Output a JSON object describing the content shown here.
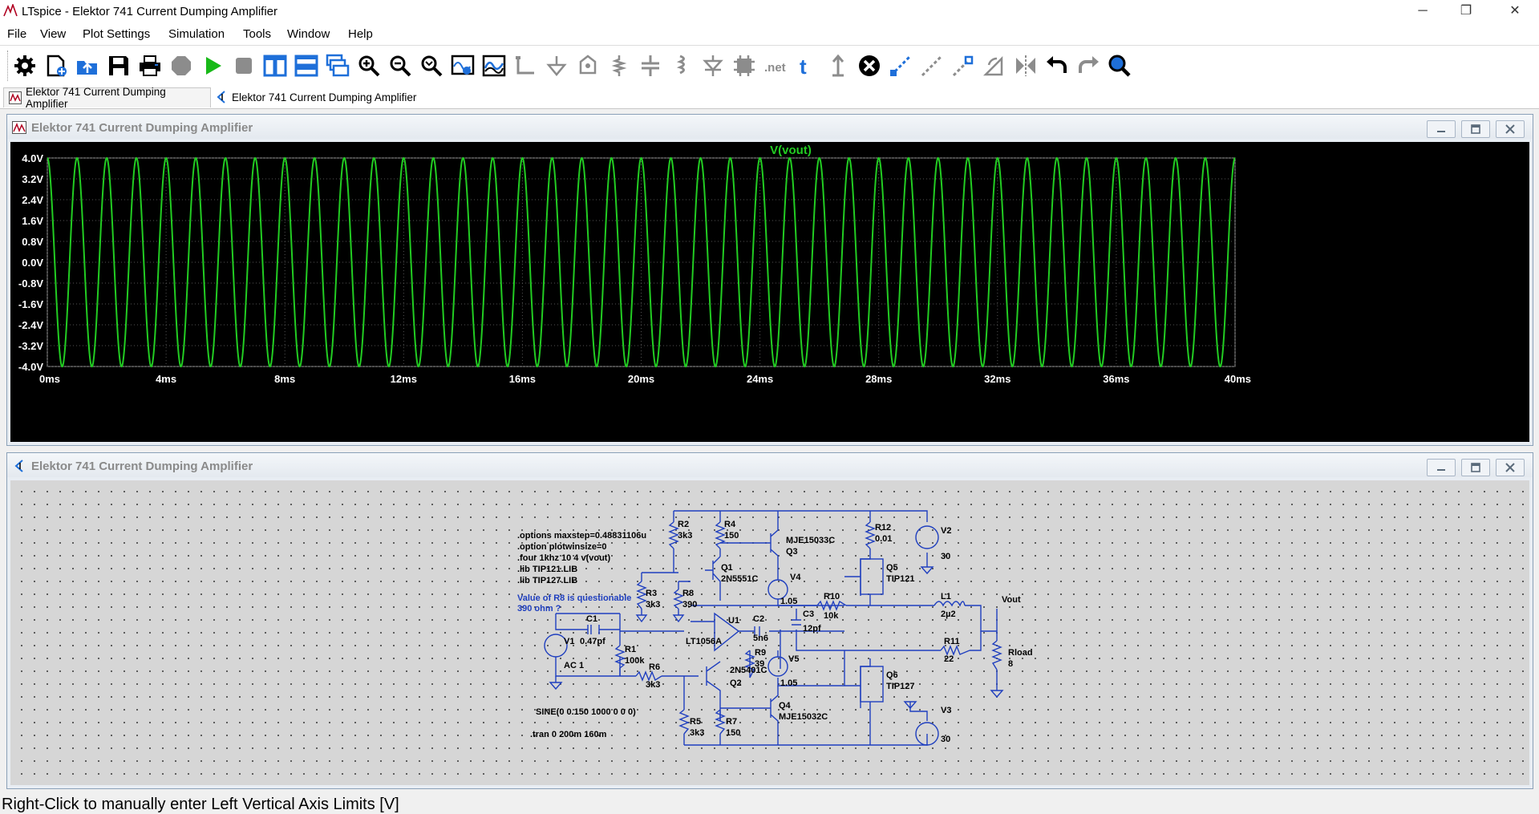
{
  "window": {
    "title": "LTspice - Elektor 741 Current Dumping Amplifier",
    "minimize_glyph": "─",
    "restore_glyph": "❐",
    "close_glyph": "✕"
  },
  "menu": [
    "File",
    "View",
    "Plot Settings",
    "Simulation",
    "Tools",
    "Window",
    "Help"
  ],
  "toolbar": {
    "icons": [
      "gear-icon",
      "new-schematic-icon",
      "open-icon",
      "save-icon",
      "print-icon",
      "halt-icon",
      "run-icon",
      "stop-icon",
      "tile-vertical-icon",
      "tile-horizontal-icon",
      "cascade-icon",
      "zoom-in-icon",
      "zoom-out-icon",
      "zoom-fit-icon",
      "autorange-icon",
      "pick-traces-icon",
      "wire-icon",
      "ground-icon",
      "label-net-icon",
      "resistor-icon",
      "capacitor-icon",
      "inductor-icon",
      "diode-icon",
      "component-icon",
      "spice-directive-icon",
      "text-icon",
      "move-icon",
      "delete-icon",
      "duplicate-icon",
      "drag-icon",
      "mirror-icon",
      "rotate-icon",
      "flip-icon",
      "undo-icon",
      "redo-icon",
      "find-icon"
    ]
  },
  "tabs": [
    {
      "label": "Elektor 741 Current Dumping Amplifier",
      "kind": "waveform",
      "active": true
    },
    {
      "label": "Elektor 741 Current Dumping Amplifier",
      "kind": "schematic",
      "active": false
    }
  ],
  "waveform_pane": {
    "title": "Elektor 741 Current Dumping Amplifier",
    "buttons": {
      "minimize": "─",
      "maximize": "☐",
      "close": "✕"
    }
  },
  "chart_data": {
    "type": "line",
    "title": "V(vout)",
    "xlabel": "",
    "ylabel": "",
    "x_unit": "ms",
    "xlim": [
      0,
      40
    ],
    "ylim": [
      -4.0,
      4.0
    ],
    "xticks": [
      "0ms",
      "4ms",
      "8ms",
      "12ms",
      "16ms",
      "20ms",
      "24ms",
      "28ms",
      "32ms",
      "36ms",
      "40ms"
    ],
    "yticks": [
      "4.0V",
      "3.2V",
      "2.4V",
      "1.6V",
      "0.8V",
      "0.0V",
      "-0.8V",
      "-1.6V",
      "-2.4V",
      "-3.2V",
      "-4.0V"
    ],
    "grid": true,
    "series": [
      {
        "name": "V(vout)",
        "color": "#22cc22",
        "amplitude": 4.0,
        "frequency_hz": 1000,
        "phase_deg": 90
      }
    ]
  },
  "schematic_pane": {
    "title": "Elektor 741 Current Dumping Amplifier",
    "buttons": {
      "minimize": "─",
      "maximize": "☐",
      "close": "✕"
    },
    "directives": [
      ".options maxstep=0.48831106u",
      ".option plotwinsize=0",
      ".four 1khz 10 4 v(vout)",
      ".lib TIP121.LIB",
      ".lib TIP127.LIB"
    ],
    "comment": [
      "Value of R8 is questionable",
      "390 ohm ?"
    ],
    "source_spec": "SINE(0 0.150 1000 0 0 0)",
    "tran": ".tran 0 200m 160m",
    "labels": {
      "r2": "R2",
      "r2v": "3k3",
      "r4": "R4",
      "r4v": "150",
      "q3": "MJE15033C",
      "q3n": "Q3",
      "r12": "R12",
      "r12v": "0.01",
      "v2": "V2",
      "v2v": "30",
      "q1": "Q1",
      "q1v": "2N5551C",
      "v4": "V4",
      "v4v": "1.05",
      "q5": "Q5",
      "q5v": "TIP121",
      "r3": "R3",
      "r3v": "3k3",
      "r8": "R8",
      "r8v": "390",
      "r10": "R10",
      "r10v": "10k",
      "l1": "L1",
      "l1v": "2µ2",
      "vout": "Vout",
      "c1": "C1",
      "c1v": "0.47pf",
      "u1": "U1",
      "u1v": "LT1056A",
      "c2": "C2",
      "c2v": "5n6",
      "c3": "C3",
      "c3v": "12pf",
      "v1": "V1",
      "v1v": "AC 1",
      "r1": "R1",
      "r1v": "100k",
      "r9": "R9",
      "r9v": "39",
      "r11": "R11",
      "r11v": "22",
      "rload": "Rload",
      "rloadv": "8",
      "r6": "R6",
      "r6v": "3k3",
      "q2v": "2N5401C",
      "q2": "Q2",
      "v5": "V5",
      "v5v": "1.05",
      "q6": "Q6",
      "q6v": "TIP127",
      "q4": "Q4",
      "q4v": "MJE15032C",
      "v3": "V3",
      "v3v": "30",
      "r5": "R5",
      "r5v": "3k3",
      "r7": "R7",
      "r7v": "150"
    }
  },
  "status": "Right-Click to manually enter Left Vertical Axis Limits [V]"
}
